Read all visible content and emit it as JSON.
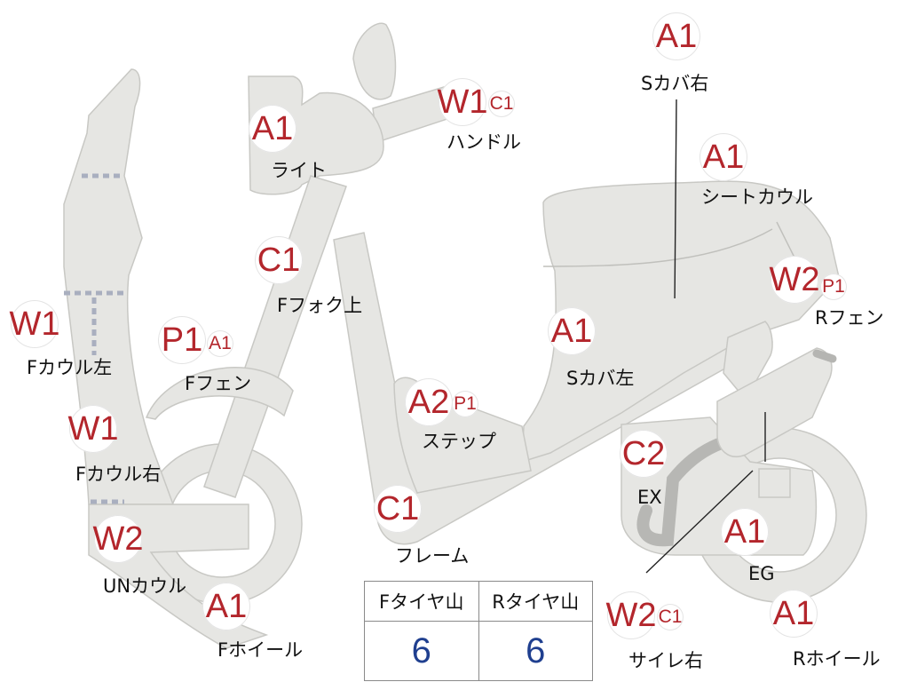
{
  "parts": [
    {
      "id": "s-cover-right",
      "label": "Sカバ右",
      "grades": [
        "A1"
      ]
    },
    {
      "id": "handle",
      "label": "ハンドル",
      "grades": [
        "W1",
        "C1"
      ]
    },
    {
      "id": "light",
      "label": "ライト",
      "grades": [
        "A1"
      ]
    },
    {
      "id": "seat-cowl",
      "label": "シートカウル",
      "grades": [
        "A1"
      ]
    },
    {
      "id": "f-fork-upper",
      "label": "Fフォク上",
      "grades": [
        "C1"
      ]
    },
    {
      "id": "r-fender",
      "label": "Rフェン",
      "grades": [
        "W2",
        "P1"
      ]
    },
    {
      "id": "f-cowl-left",
      "label": "Fカウル左",
      "grades": [
        "W1"
      ]
    },
    {
      "id": "f-fender",
      "label": "Fフェン",
      "grades": [
        "P1",
        "A1"
      ]
    },
    {
      "id": "s-cover-left",
      "label": "Sカバ左",
      "grades": [
        "A1"
      ]
    },
    {
      "id": "step",
      "label": "ステップ",
      "grades": [
        "A2",
        "P1"
      ]
    },
    {
      "id": "f-cowl-right",
      "label": "Fカウル右",
      "grades": [
        "W1"
      ]
    },
    {
      "id": "ex",
      "label": "EX",
      "grades": [
        "C2"
      ]
    },
    {
      "id": "frame",
      "label": "フレーム",
      "grades": [
        "C1"
      ]
    },
    {
      "id": "un-cowl",
      "label": "UNカウル",
      "grades": [
        "W2"
      ]
    },
    {
      "id": "eg",
      "label": "EG",
      "grades": [
        "A1"
      ]
    },
    {
      "id": "f-wheel",
      "label": "Fホイール",
      "grades": [
        "A1"
      ]
    },
    {
      "id": "muffler-right",
      "label": "サイレ右",
      "grades": [
        "W2",
        "C1"
      ]
    },
    {
      "id": "r-wheel",
      "label": "Rホイール",
      "grades": [
        "A1"
      ]
    }
  ],
  "tire_table": {
    "front_header": "Fタイヤ山",
    "rear_header": "Rタイヤ山",
    "front_value": "6",
    "rear_value": "6"
  }
}
